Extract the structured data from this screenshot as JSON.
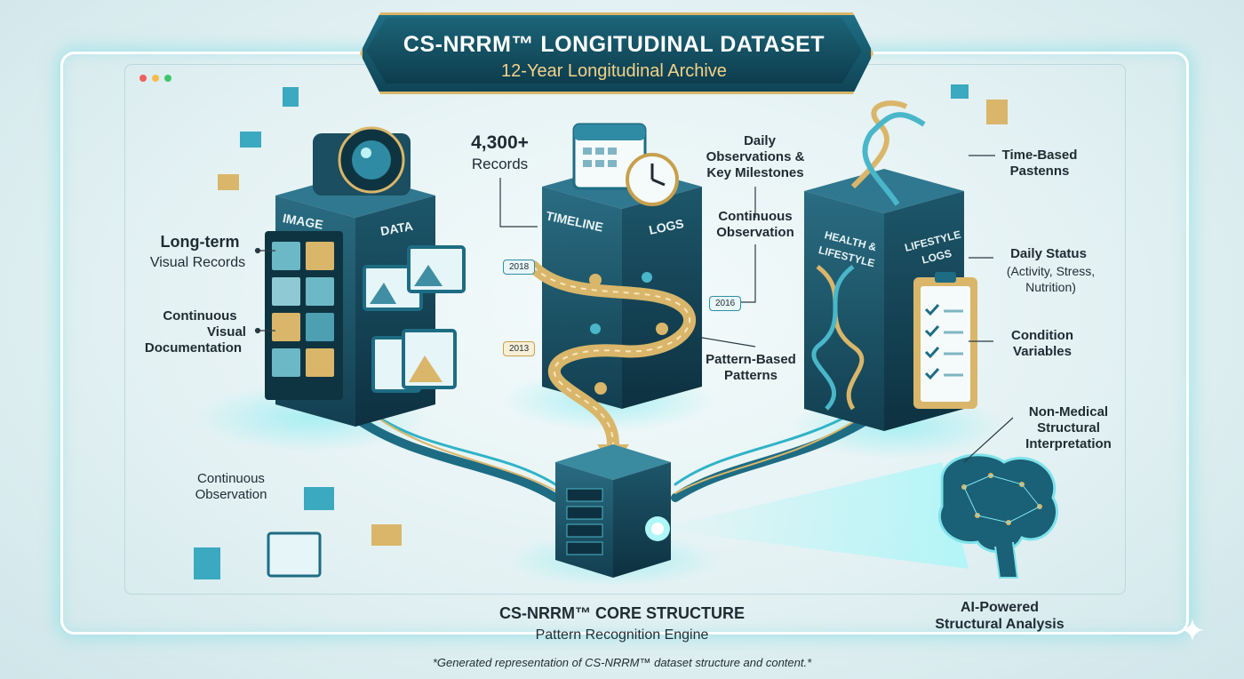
{
  "header": {
    "title": "CS-NRRM™ LONGITUDINAL DATASET",
    "subtitle": "12-Year Longitudinal Archive"
  },
  "pillars": {
    "image": {
      "label_a": "IMAGE",
      "label_b": "DATA"
    },
    "timeline": {
      "label_a": "TIMELINE",
      "label_b": "LOGS"
    },
    "health": {
      "label_a": "HEALTH & LIFESTYLE",
      "label_b": "LIFESTYLE LOGS"
    }
  },
  "left_labels": {
    "longterm_title": "Long-term",
    "longterm_sub": "Visual Records",
    "continuous_doc_1": "Continuous",
    "continuous_doc_2": "Visual",
    "continuous_doc_3": "Documentation",
    "continuous_obs_1": "Continuous",
    "continuous_obs_2": "Observation"
  },
  "middle_labels": {
    "records_count": "4,300+",
    "records_label": "Records",
    "daily_1": "Daily",
    "daily_2": "Observations &",
    "daily_3": "Key Milestones",
    "cont_obs_1": "Continuous",
    "cont_obs_2": "Observation",
    "pattern_1": "Pattern-Based",
    "pattern_2": "Patterns"
  },
  "timeline_markers": {
    "y2018": "2018",
    "y2016": "2016",
    "y2013": "2013"
  },
  "right_labels": {
    "time_1": "Time-Based",
    "time_2": "Pastenns",
    "status_1": "Daily Status",
    "status_2": "(Activity, Stress,",
    "status_3": "Nutrition)",
    "cond_1": "Condition",
    "cond_2": "Variables",
    "nonmed_1": "Non-Medical",
    "nonmed_2": "Structural",
    "nonmed_3": "Interpretation",
    "ai_1": "AI-Powered",
    "ai_2": "Structural Analysis"
  },
  "core": {
    "title": "CS-NRRM™ CORE STRUCTURE",
    "subtitle": "Pattern Recognition Engine"
  },
  "footer": "*Generated representation of CS-NRRM™ dataset structure and content.*",
  "colors": {
    "teal_dark": "#134a5c",
    "teal_mid": "#1f6f86",
    "glow": "#7fe3ea",
    "gold": "#d9b66a",
    "dot_red": "#f0605c",
    "dot_yellow": "#f5bd4f",
    "dot_green": "#3fc66b"
  }
}
